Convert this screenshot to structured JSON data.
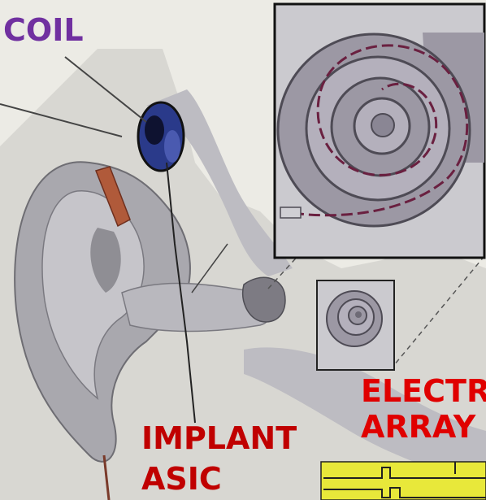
{
  "labels": {
    "coil": "COIL",
    "implant_line1": "IMPLANT",
    "implant_line2": "ASIC",
    "electrode_line1": "ELECTR",
    "electrode_line2": "ARRAY"
  },
  "colors": {
    "coil_label": "#7030a0",
    "implant_label": "#c00000",
    "electrode_label": "#e00000",
    "background": "#ecebe5",
    "ear": "#a9a8ae",
    "ear_inner": "#c6c5ca",
    "coil_device": "#2a3a8a",
    "lead": "#b05a3a",
    "cochlea": "#9c98a4",
    "asic_chip": "#e8e83a"
  }
}
